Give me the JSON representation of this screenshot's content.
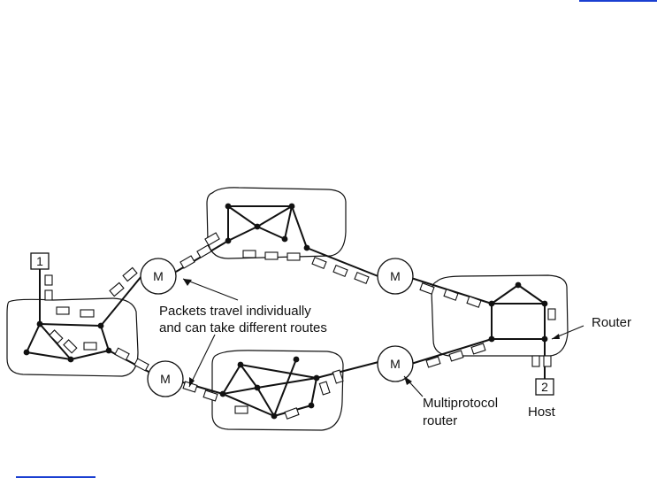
{
  "labels": {
    "host1": "1",
    "host2": "2",
    "m_top_left": "M",
    "m_bottom_left": "M",
    "m_top_right": "M",
    "m_bottom_right": "M",
    "packets_line1": "Packets travel individually",
    "packets_line2": "and can take different routes",
    "router": "Router",
    "multiprotocol_line1": "Multiprotocol",
    "multiprotocol_line2": "router",
    "host": "Host"
  },
  "colors": {
    "link": "#1a3fd1",
    "ink": "#111111"
  }
}
